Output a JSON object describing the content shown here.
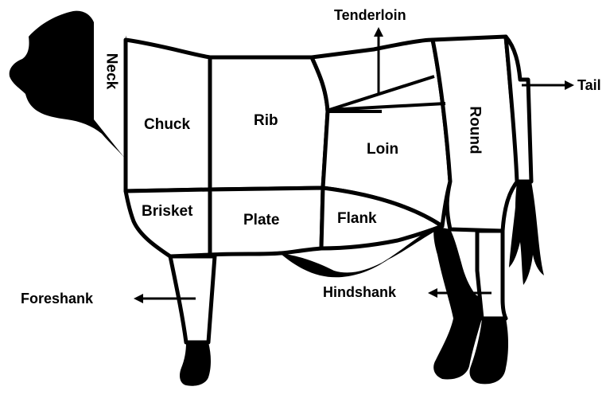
{
  "labels": {
    "neck": "Neck",
    "chuck": "Chuck",
    "rib": "Rib",
    "loin": "Loin",
    "round": "Round",
    "brisket": "Brisket",
    "plate": "Plate",
    "flank": "Flank",
    "tenderloin": "Tenderloin",
    "tail": "Tail",
    "foreshank": "Foreshank",
    "hindshank": "Hindshank"
  },
  "colors": {
    "ink": "#000000",
    "fill": "#ffffff"
  }
}
